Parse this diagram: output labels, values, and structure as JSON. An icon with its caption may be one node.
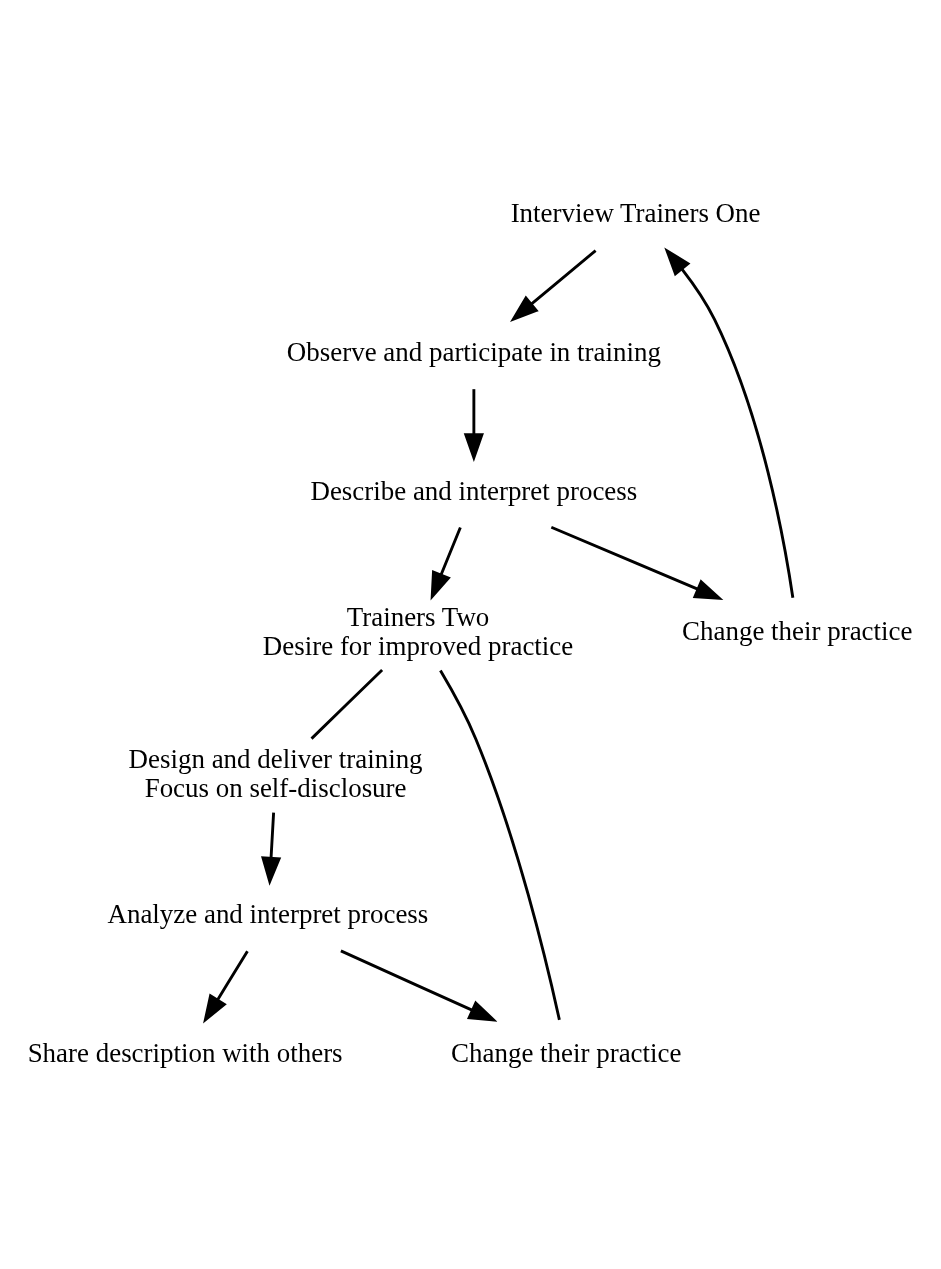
{
  "diagram": {
    "nodes": [
      {
        "text": [
          "Interview Trainers One"
        ]
      },
      {
        "text": [
          "Observe and participate in training"
        ]
      },
      {
        "text": [
          "Describe and interpret process"
        ]
      },
      {
        "text": [
          "Change their practice"
        ]
      },
      {
        "text": [
          "Trainers Two",
          "Desire for improved practice"
        ]
      },
      {
        "text": [
          "Design and deliver training",
          "Focus on self-disclosure"
        ]
      },
      {
        "text": [
          "Analyze and interpret process"
        ]
      },
      {
        "text": [
          "Change their practice"
        ]
      },
      {
        "text": [
          "Share description with others"
        ]
      }
    ],
    "edges": [
      {
        "from": 0,
        "to": 1,
        "arrow": "to"
      },
      {
        "from": 1,
        "to": 2,
        "arrow": "to"
      },
      {
        "from": 2,
        "to": 3,
        "arrow": "to"
      },
      {
        "from": 3,
        "to": 0,
        "arrow": "to"
      },
      {
        "from": 2,
        "to": 4,
        "arrow": "to"
      },
      {
        "from": 4,
        "to": 5,
        "arrow": "none"
      },
      {
        "from": 5,
        "to": 6,
        "arrow": "to"
      },
      {
        "from": 6,
        "to": 7,
        "arrow": "to"
      },
      {
        "from": 6,
        "to": 8,
        "arrow": "to"
      },
      {
        "from": 7,
        "to": 4,
        "arrow": "none"
      }
    ]
  }
}
